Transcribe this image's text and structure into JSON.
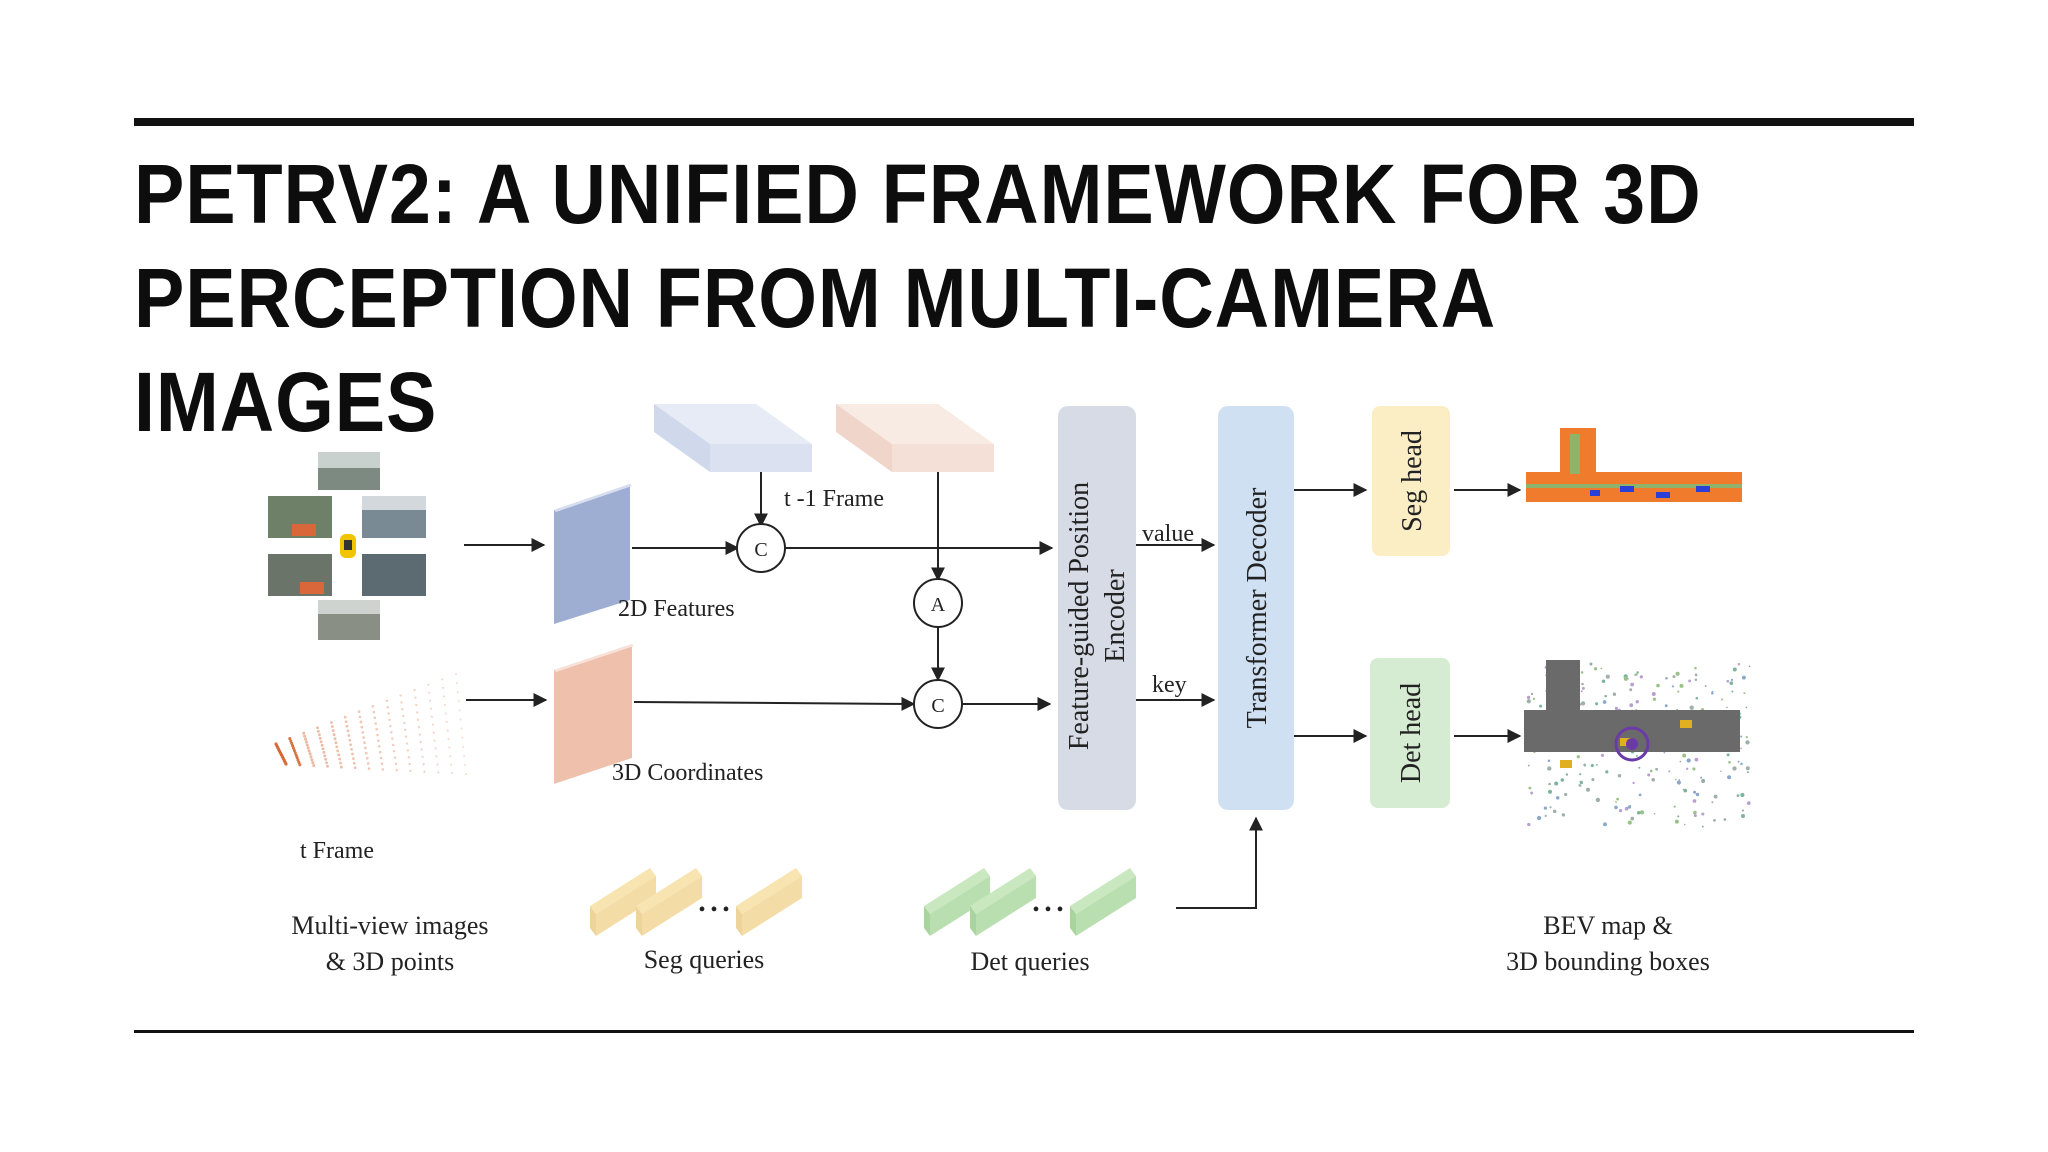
{
  "slide": {
    "title_line1": "PETRv2: A Unified Framework for 3D",
    "title_line2": "Perception from Multi-Camera Images"
  },
  "diagram": {
    "inputs": {
      "t_frame_label": "t  Frame",
      "prev_frame_label": "t -1 Frame",
      "caption_line1": "Multi-view images",
      "caption_line2": "& 3D points"
    },
    "features": {
      "features_2d_label": "2D Features",
      "coords_3d_label": "3D Coordinates"
    },
    "ops": {
      "concat_symbol": "C",
      "align_symbol": "A"
    },
    "encoder_label_line1": "Feature-guided Position",
    "encoder_label_line2": "Encoder",
    "value_label": "value",
    "key_label": "key",
    "decoder_label": "Transformer  Decoder",
    "seg_head_label": "Seg head",
    "det_head_label": "Det head",
    "queries": {
      "seg_label": "Seg queries",
      "det_label": "Det queries",
      "ellipsis": "• • •"
    },
    "output_caption_line1": "BEV map &",
    "output_caption_line2": "3D bounding boxes"
  },
  "colors": {
    "features_2d": "#b9c6e2",
    "coords_3d": "#f2cfc0",
    "encoder": "#d7dbe6",
    "decoder": "#cfe0f2",
    "seg_head": "#fbeec4",
    "det_head": "#d6ecd2",
    "seg_query": "#f7e4b0",
    "det_query": "#c9e8c0",
    "bev_road": "#f07b2c"
  }
}
